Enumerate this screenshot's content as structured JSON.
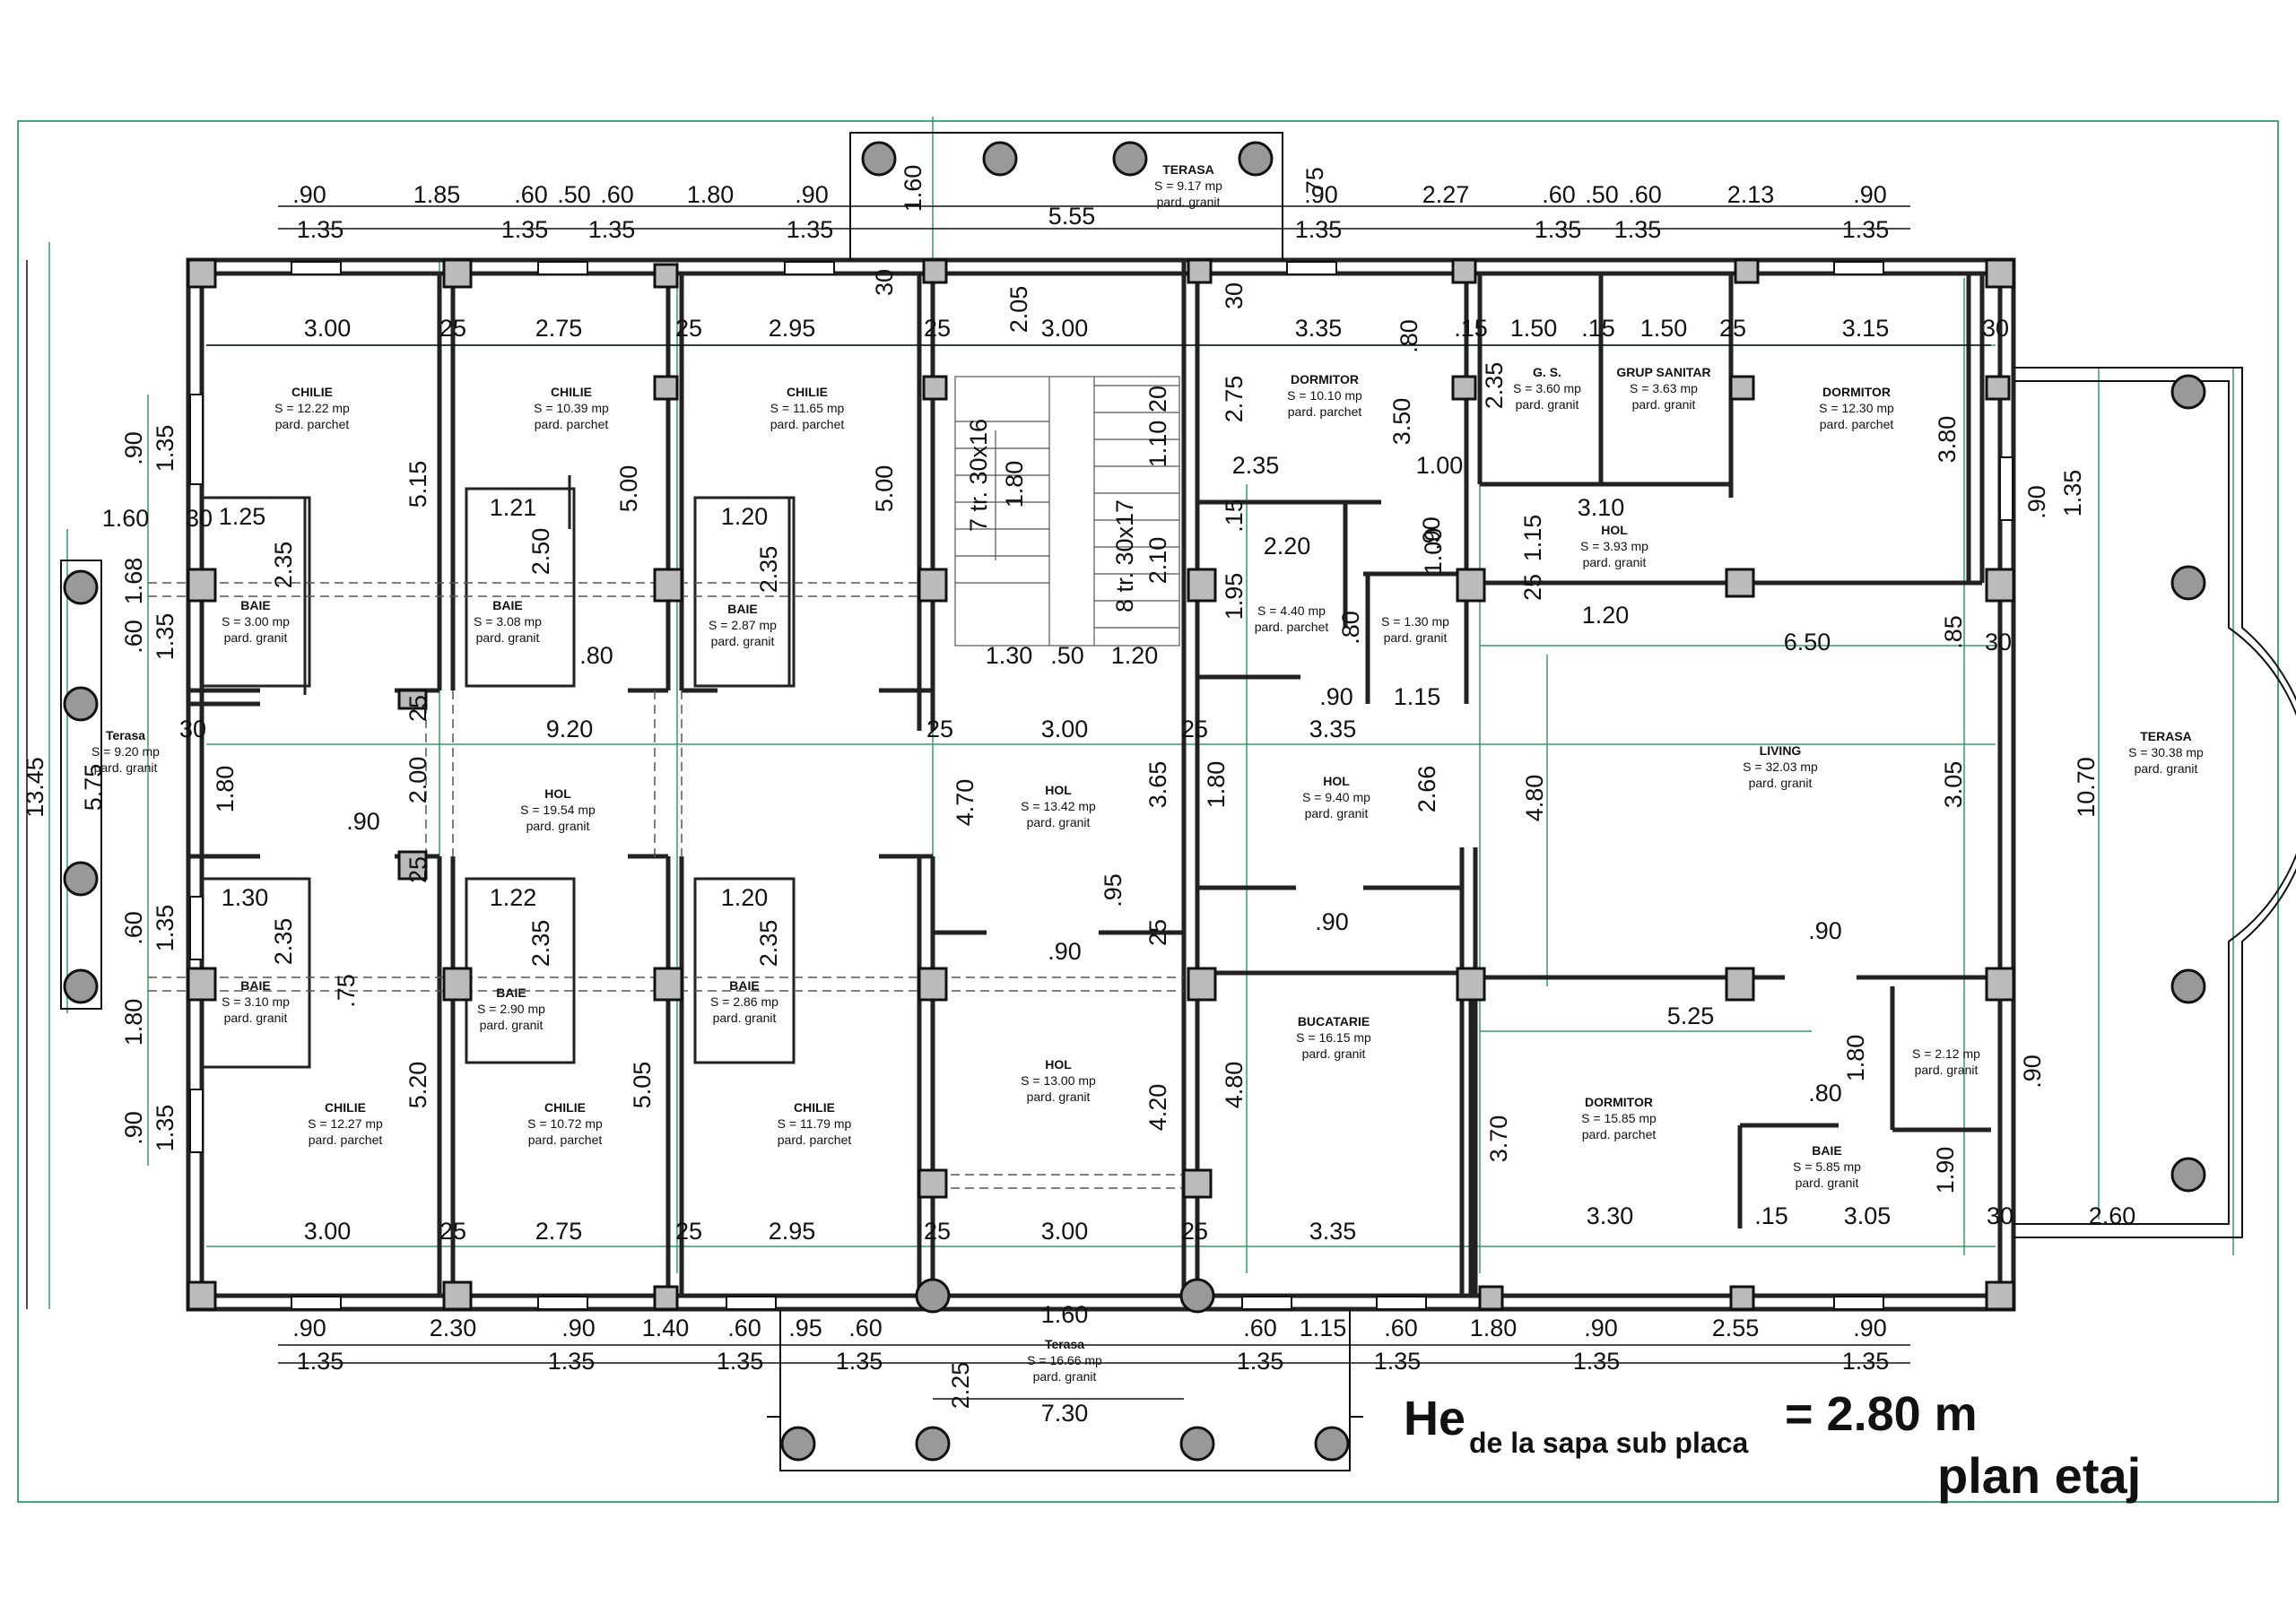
{
  "title": "plan etaj",
  "height_note": {
    "prefix": "He",
    "sub": "de la sapa sub placa",
    "value": "= 2.80 m"
  },
  "rooms": [
    {
      "id": "chilie-tl1",
      "name": "CHILIE",
      "area": "S = 12.22 mp",
      "floor": "pard. parchet"
    },
    {
      "id": "chilie-tl2",
      "name": "CHILIE",
      "area": "S = 10.39 mp",
      "floor": "pard. parchet"
    },
    {
      "id": "chilie-tl3",
      "name": "CHILIE",
      "area": "S = 11.65 mp",
      "floor": "pard. parchet"
    },
    {
      "id": "terasa-top",
      "name": "TERASA",
      "area": "S = 9.17 mp",
      "floor": "pard. granit"
    },
    {
      "id": "dormitor-tr1",
      "name": "DORMITOR",
      "area": "S = 10.10 mp",
      "floor": "pard. parchet"
    },
    {
      "id": "gs",
      "name": "G. S.",
      "area": "S = 3.60 mp",
      "floor": "pard. granit"
    },
    {
      "id": "grup-sanitar",
      "name": "GRUP SANITAR",
      "area": "S = 3.63 mp",
      "floor": "pard. granit"
    },
    {
      "id": "dormitor-tr2",
      "name": "DORMITOR",
      "area": "S = 12.30 mp",
      "floor": "pard. parchet"
    },
    {
      "id": "hol-tr",
      "name": "HOL",
      "area": "S = 3.93 mp",
      "floor": "pard. granit"
    },
    {
      "id": "baie-tl1",
      "name": "BAIE",
      "area": "S = 3.00 mp",
      "floor": "pard. granit"
    },
    {
      "id": "baie-tl2",
      "name": "BAIE",
      "area": "S = 3.08 mp",
      "floor": "pard. granit"
    },
    {
      "id": "baie-tl3",
      "name": "BAIE",
      "area": "S = 2.87 mp",
      "floor": "pard. granit"
    },
    {
      "id": "room-440",
      "name": "",
      "area": "S = 4.40 mp",
      "floor": "pard. parchet"
    },
    {
      "id": "room-130",
      "name": "",
      "area": "S = 1.30 mp",
      "floor": "pard. granit"
    },
    {
      "id": "terasa-left",
      "name": "Terasa",
      "area": "S = 9.20 mp",
      "floor": "pard. granit"
    },
    {
      "id": "hol-left",
      "name": "HOL",
      "area": "S = 19.54 mp",
      "floor": "pard. granit"
    },
    {
      "id": "hol-center",
      "name": "HOL",
      "area": "S = 13.42 mp",
      "floor": "pard. granit"
    },
    {
      "id": "hol-right",
      "name": "HOL",
      "area": "S = 9.40 mp",
      "floor": "pard. granit"
    },
    {
      "id": "living",
      "name": "LIVING",
      "area": "S = 32.03 mp",
      "floor": "pard. granit"
    },
    {
      "id": "terasa-right",
      "name": "TERASA",
      "area": "S = 30.38 mp",
      "floor": "pard. granit"
    },
    {
      "id": "baie-bl1",
      "name": "BAIE",
      "area": "S = 3.10 mp",
      "floor": "pard. granit"
    },
    {
      "id": "baie-bl2",
      "name": "BAIE",
      "area": "S = 2.90 mp",
      "floor": "pard. granit"
    },
    {
      "id": "baie-bl3",
      "name": "BAIE",
      "area": "S = 2.86 mp",
      "floor": "pard. granit"
    },
    {
      "id": "bucatarie",
      "name": "BUCATARIE",
      "area": "S = 16.15 mp",
      "floor": "pard. granit"
    },
    {
      "id": "room-212",
      "name": "",
      "area": "S = 2.12 mp",
      "floor": "pard. granit"
    },
    {
      "id": "chilie-bl1",
      "name": "CHILIE",
      "area": "S = 12.27 mp",
      "floor": "pard. parchet"
    },
    {
      "id": "chilie-bl2",
      "name": "CHILIE",
      "area": "S = 10.72 mp",
      "floor": "pard. parchet"
    },
    {
      "id": "chilie-bl3",
      "name": "CHILIE",
      "area": "S = 11.79 mp",
      "floor": "pard. parchet"
    },
    {
      "id": "hol-bottom",
      "name": "HOL",
      "area": "S = 13.00 mp",
      "floor": "pard. granit"
    },
    {
      "id": "dormitor-br",
      "name": "DORMITOR",
      "area": "S = 15.85 mp",
      "floor": "pard. parchet"
    },
    {
      "id": "baie-br",
      "name": "BAIE",
      "area": "S = 5.85 mp",
      "floor": "pard. granit"
    },
    {
      "id": "terasa-bottom",
      "name": "Terasa",
      "area": "S = 16.66 mp",
      "floor": "pard. granit"
    }
  ],
  "stairs": {
    "flight_upper": "7 tr. 30x16",
    "flight_lower": "8 tr. 30x17"
  },
  "dimensions": {
    "top_row1": [
      ".90",
      "1.85",
      ".60",
      ".50",
      ".60",
      "1.80",
      ".90",
      "1.60",
      ".75",
      ".90",
      "2.27",
      ".60",
      ".50",
      ".60",
      "2.13",
      ".90"
    ],
    "top_row2": [
      "1.35",
      "1.35",
      "1.35",
      "1.35",
      "1.35",
      "1.35",
      "1.35"
    ],
    "top_terrace": "5.55",
    "bottom_row1": [
      ".90",
      "2.30",
      ".90",
      "1.40",
      ".60",
      ".95",
      ".60",
      ".60",
      "1.15",
      ".60",
      "1.80",
      ".90",
      "2.55",
      ".90"
    ],
    "bottom_row2": [
      "1.35",
      "1.35",
      "1.35",
      "1.35",
      "1.35",
      "1.35",
      "1.35",
      "1.35"
    ],
    "bottom_terrace": [
      "1.60",
      "7.30",
      "2.25"
    ],
    "left_overall": [
      "13.45",
      "5.75"
    ],
    "labels": [
      "3.00",
      "25",
      "2.75",
      "25",
      "2.95",
      "25",
      "3.00",
      "30",
      "3.35",
      ".80",
      ".15",
      "1.50",
      ".15",
      "1.50",
      "25",
      "3.15",
      "30",
      "30",
      "30",
      "30",
      "30",
      "2.05",
      "20",
      "1.10",
      "2.75",
      "2.35",
      "3.50",
      "1.00",
      "3.80",
      "5.15",
      "5.00",
      "5.00",
      "1.21",
      "1.20",
      "1.25",
      "30",
      "1.60",
      "1.68",
      ".60",
      "1.35",
      ".90",
      "1.35",
      "2.35",
      "2.50",
      "2.35",
      "7 tr. 30x16",
      "1.80",
      "8 tr. 30x17",
      "2.10",
      "1.95",
      ".15",
      "2.20",
      "1.00",
      ".80",
      ".90",
      "1.15",
      "3.10",
      "25",
      "1.20",
      "6.50",
      ".85",
      "30",
      ".90",
      "1.35",
      ".80",
      "1.30",
      ".50",
      "1.20",
      "30",
      "9.20",
      "25",
      "3.00",
      "25",
      "3.35",
      ".90",
      "1.15",
      "1.80",
      "2.00",
      "4.70",
      "3.65",
      "1.80",
      "2.66",
      "4.80",
      "3.05",
      "10.70",
      ".90",
      "25",
      "1.30",
      "1.22",
      "1.20",
      "2.35",
      "2.35",
      "2.35",
      ".75",
      ".95",
      "25",
      ".90",
      ".90",
      ".90",
      "1.80",
      ".60",
      "1.35",
      "5.25",
      "1.80",
      ".80",
      ".90",
      "5.20",
      "5.05",
      "4.20",
      "4.80",
      "3.70",
      "1.90",
      ".90",
      "1.35",
      "3.00",
      "25",
      "2.75",
      "25",
      "2.95",
      "25",
      "3.00",
      "25",
      "3.35",
      "3.30",
      ".15",
      "3.05",
      "30",
      "2.60"
    ]
  }
}
